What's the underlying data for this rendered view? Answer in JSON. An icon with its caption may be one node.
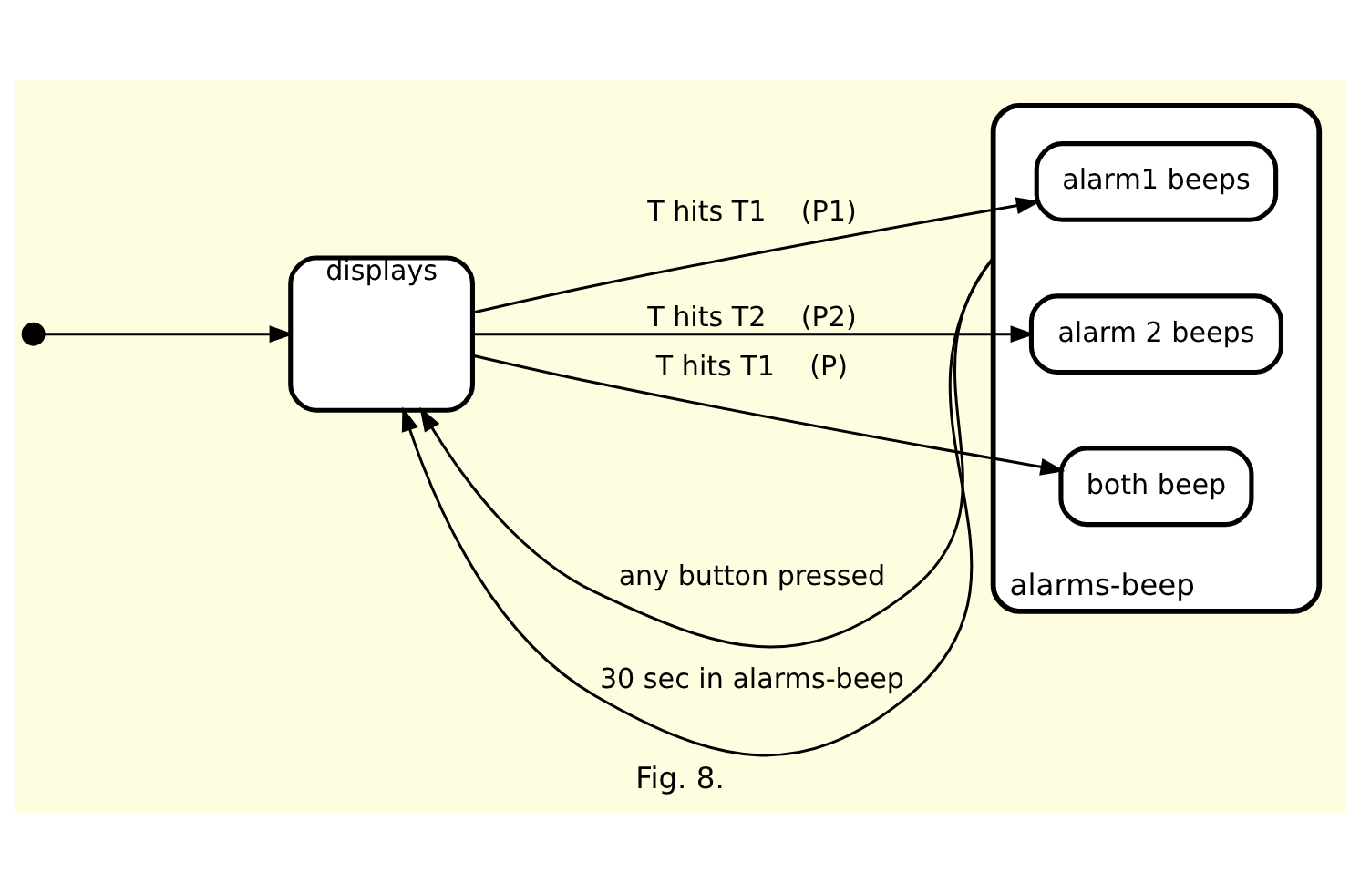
{
  "diagram": {
    "caption": "Fig. 8.",
    "nodes": [
      {
        "text": [
          "displays"
        ]
      },
      {
        "text": [
          "alarms-beep"
        ]
      },
      {
        "text": [
          "alarm1 beeps"
        ],
        "in": 1
      },
      {
        "text": [
          "alarm 2 beeps"
        ],
        "in": 1
      },
      {
        "text": [
          "both beep"
        ],
        "in": 1
      },
      {
        "text": [],
        "shape": "circle"
      }
    ],
    "edges": [
      {
        "from": 5,
        "to": 0,
        "arrow": "to"
      },
      {
        "from": 0,
        "to": 2,
        "arrow": "to",
        "label": "T hits T1    (P1)"
      },
      {
        "from": 1,
        "to": 0,
        "arrow": "to",
        "label": "any button pressed"
      },
      {
        "from": 1,
        "to": 0,
        "arrow": "to",
        "label": "30 sec in alarms-beep"
      },
      {
        "from": 0,
        "to": 3,
        "arrow": "to",
        "label": "T hits T2    (P2)"
      },
      {
        "from": 0,
        "to": 4,
        "arrow": "to",
        "label": "T hits T1    (P)"
      }
    ]
  }
}
